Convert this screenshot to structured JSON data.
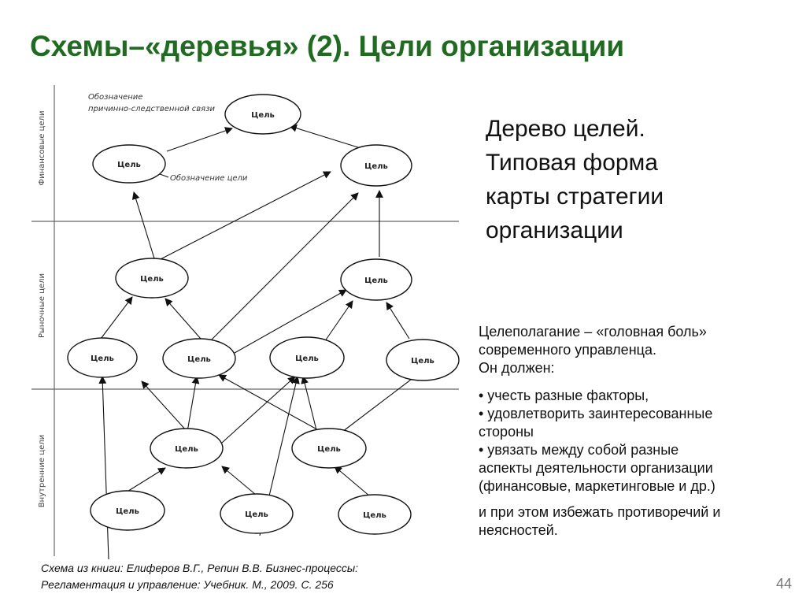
{
  "slide": {
    "title": "Схемы–«деревья» (2). Цели организации",
    "page_number": "44"
  },
  "diagram": {
    "node_label": "Цель",
    "notes": {
      "causal_line1": "Обозначение",
      "causal_line2": "причинно-следственной связи",
      "goal": "Обозначение цели"
    },
    "bands": {
      "financial": "Финансовые цели",
      "market": "Рыночные цели",
      "internal": "Внутренние цели"
    }
  },
  "heading": {
    "lines": [
      "Дерево целей.",
      "Типовая форма",
      "карты стратегии",
      "организации"
    ]
  },
  "body": {
    "intro_lines": [
      "Целеполагание – «головная боль»",
      "современного управленца.",
      "Он должен:"
    ],
    "bullets": [
      [
        "• учесть разные факторы,"
      ],
      [
        "• удовлетворить заинтересованные",
        "стороны"
      ],
      [
        "• увязать между собой разные",
        "аспекты деятельности организации",
        "(финансовые, маркетинговые и др.)"
      ]
    ],
    "outro_lines": [
      "и при этом избежать противоречий и",
      "неясностей."
    ]
  },
  "caption": {
    "lines": [
      "Схема из книги: Елиферов В.Г., Репин В.В. Бизнес-процессы:",
      "Регламентация и управление: Учебник. М., 2009. С. 256"
    ]
  }
}
